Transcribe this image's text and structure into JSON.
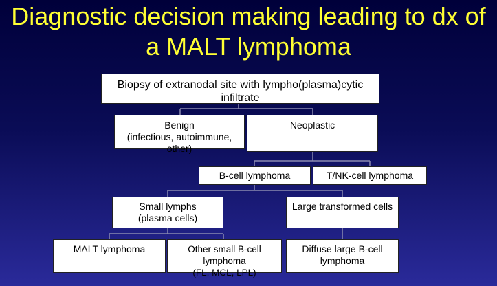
{
  "title": {
    "line1": "Diagnostic decision making leading to dx of",
    "line2": "a MALT lymphoma"
  },
  "nodes": {
    "biopsy": "Biopsy of extranodal site with lympho(plasma)cytic infiltrate",
    "benign": {
      "line1": "Benign",
      "line2": "(infectious, autoimmune, other)"
    },
    "neoplastic": "Neoplastic",
    "bcell": "B-cell lymphoma",
    "tnk": "T/NK-cell lymphoma",
    "small": {
      "line1": "Small lymphs",
      "line2": "(plasma cells)"
    },
    "large": "Large transformed cells",
    "malt": "MALT lymphoma",
    "other_small": {
      "line1": "Other small B-cell lymphoma",
      "line2": "(FL, MCL, LPL)"
    },
    "dlbcl": {
      "line1": "Diffuse large B-cell",
      "line2": "lymphoma"
    }
  }
}
